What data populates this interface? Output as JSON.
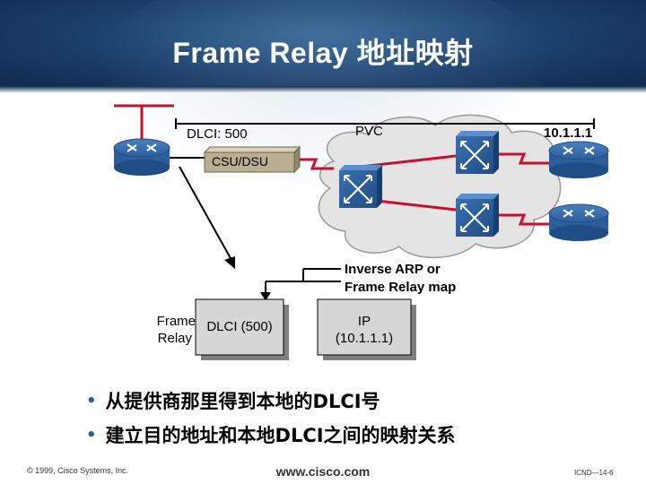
{
  "title": "Frame Relay  地址映射",
  "labels": {
    "dlci": "DLCI: 500",
    "pvc": "PVC",
    "ip_address": "10.1.1.1",
    "csu_dsu": "CSU/DSU",
    "inverse_arp_line1": "Inverse ARP or",
    "inverse_arp_line2": "Frame Relay map"
  },
  "mapping_table": {
    "frame_relay_line1": "Frame",
    "frame_relay_line2": "Relay",
    "dlci_value": "DLCI (500)",
    "ip_line1": "IP",
    "ip_line2": "(10.1.1.1)"
  },
  "bullets": [
    "从提供商那里得到本地的DLCI号",
    "建立目的地址和本地DLCI之间的映射关系"
  ],
  "footer": {
    "copyright": "© 1999, Cisco Systems, Inc.",
    "website": "www.cisco.com",
    "slide_id": "ICND—14-6"
  },
  "colors": {
    "header_bg": "#1d4370",
    "router_blue": "#2d5e9c",
    "cloud_fill": "#e4e4e4",
    "link_red": "#c8102e",
    "bullet_blue": "#2a5da8"
  },
  "icons": [
    "router-icon",
    "frame-relay-switch-icon",
    "cloud-icon",
    "csu-dsu-icon"
  ]
}
